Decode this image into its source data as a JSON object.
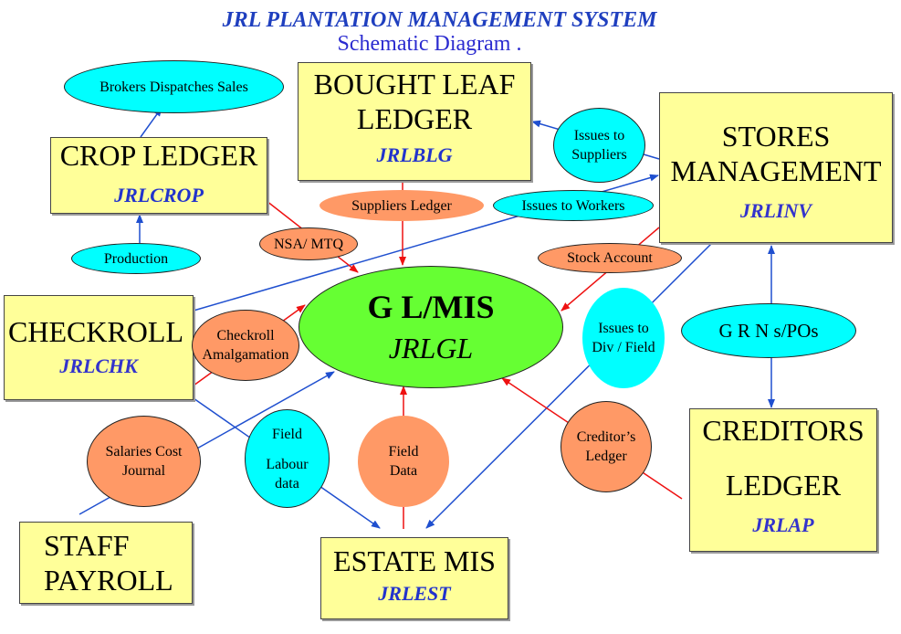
{
  "header": {
    "title": "JRL  PLANTATION MANAGEMENT SYSTEM",
    "subtitle": "Schematic  Diagram ."
  },
  "colors": {
    "module_fill": "#ffff99",
    "module_code_text": "#2233cc",
    "data_flow_cyan": "#00ffff",
    "data_flow_orange": "#ff9966",
    "core_green": "#66ff33",
    "blue_arrow": "#1f4fcf",
    "red_arrow": "#ee1111"
  },
  "modules": {
    "bought_leaf": {
      "line1": "BOUGHT LEAF",
      "line2": "LEDGER",
      "code": "JRLBLG"
    },
    "crop_ledger": {
      "line1": "CROP LEDGER",
      "code": "JRLCROP"
    },
    "stores": {
      "line1": "STORES",
      "line2": "MANAGEMENT",
      "code": "JRLINV"
    },
    "checkroll": {
      "line1": "CHECKROLL",
      "code": "JRLCHK"
    },
    "creditors": {
      "line1": "CREDITORS",
      "line2": "LEDGER",
      "code": "JRLAP"
    },
    "staff_payroll": {
      "line1": "STAFF",
      "line2": "PAYROLL"
    },
    "estate_mis": {
      "line1": "ESTATE MIS",
      "code": "JRLEST"
    }
  },
  "core": {
    "title": "G L/MIS",
    "code": "JRLGL"
  },
  "flows": {
    "brokers": "Brokers  Dispatches  Sales",
    "production": "Production",
    "suppliers_ledger": "Suppliers Ledger",
    "issues_suppliers": [
      "Issues to",
      "Suppliers"
    ],
    "issues_workers": "Issues to  Workers",
    "nsa_mtq": "NSA/ MTQ",
    "stock_account": "Stock Account",
    "checkroll_amalg": [
      "Checkroll",
      "Amalgamation"
    ],
    "issues_div": [
      "Issues to",
      "Div / Field"
    ],
    "grns": "G R N s/POs",
    "salaries": [
      "Salaries Cost",
      "Journal"
    ],
    "field_labour": [
      "Field",
      "Labour",
      "data"
    ],
    "field_data": [
      "Field",
      "Data"
    ],
    "creditors_ledger": [
      "Creditor’s",
      "Ledger"
    ]
  }
}
